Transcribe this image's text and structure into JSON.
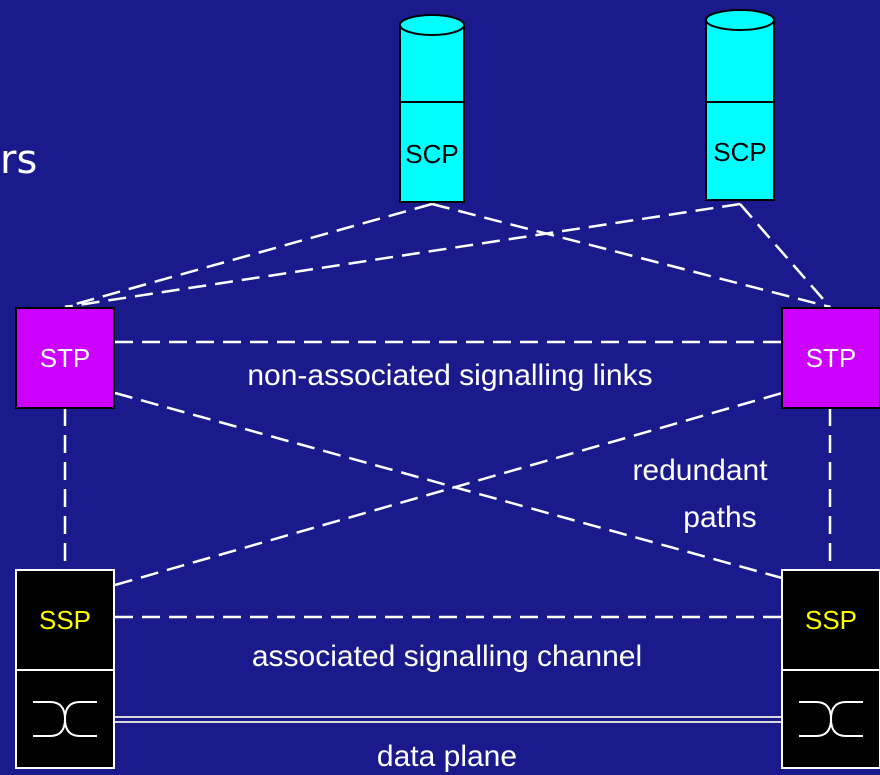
{
  "title_fragment": "rs",
  "nodes": {
    "scp_left": {
      "label": "SCP"
    },
    "scp_right": {
      "label": "SCP"
    },
    "stp_left": {
      "label": "STP"
    },
    "stp_right": {
      "label": "STP"
    },
    "ssp_left": {
      "label": "SSP"
    },
    "ssp_right": {
      "label": "SSP"
    }
  },
  "links": {
    "non_associated": "non-associated signalling links",
    "redundant_line1": "redundant",
    "redundant_line2": "paths",
    "associated": "associated signalling channel",
    "data_plane": "data plane"
  },
  "colors": {
    "background": "#1a1a8c",
    "scp": "#00ffff",
    "stp": "#cc00ff",
    "ssp": "#000000",
    "ssp_text": "#ffff00",
    "line": "#ffffff"
  }
}
